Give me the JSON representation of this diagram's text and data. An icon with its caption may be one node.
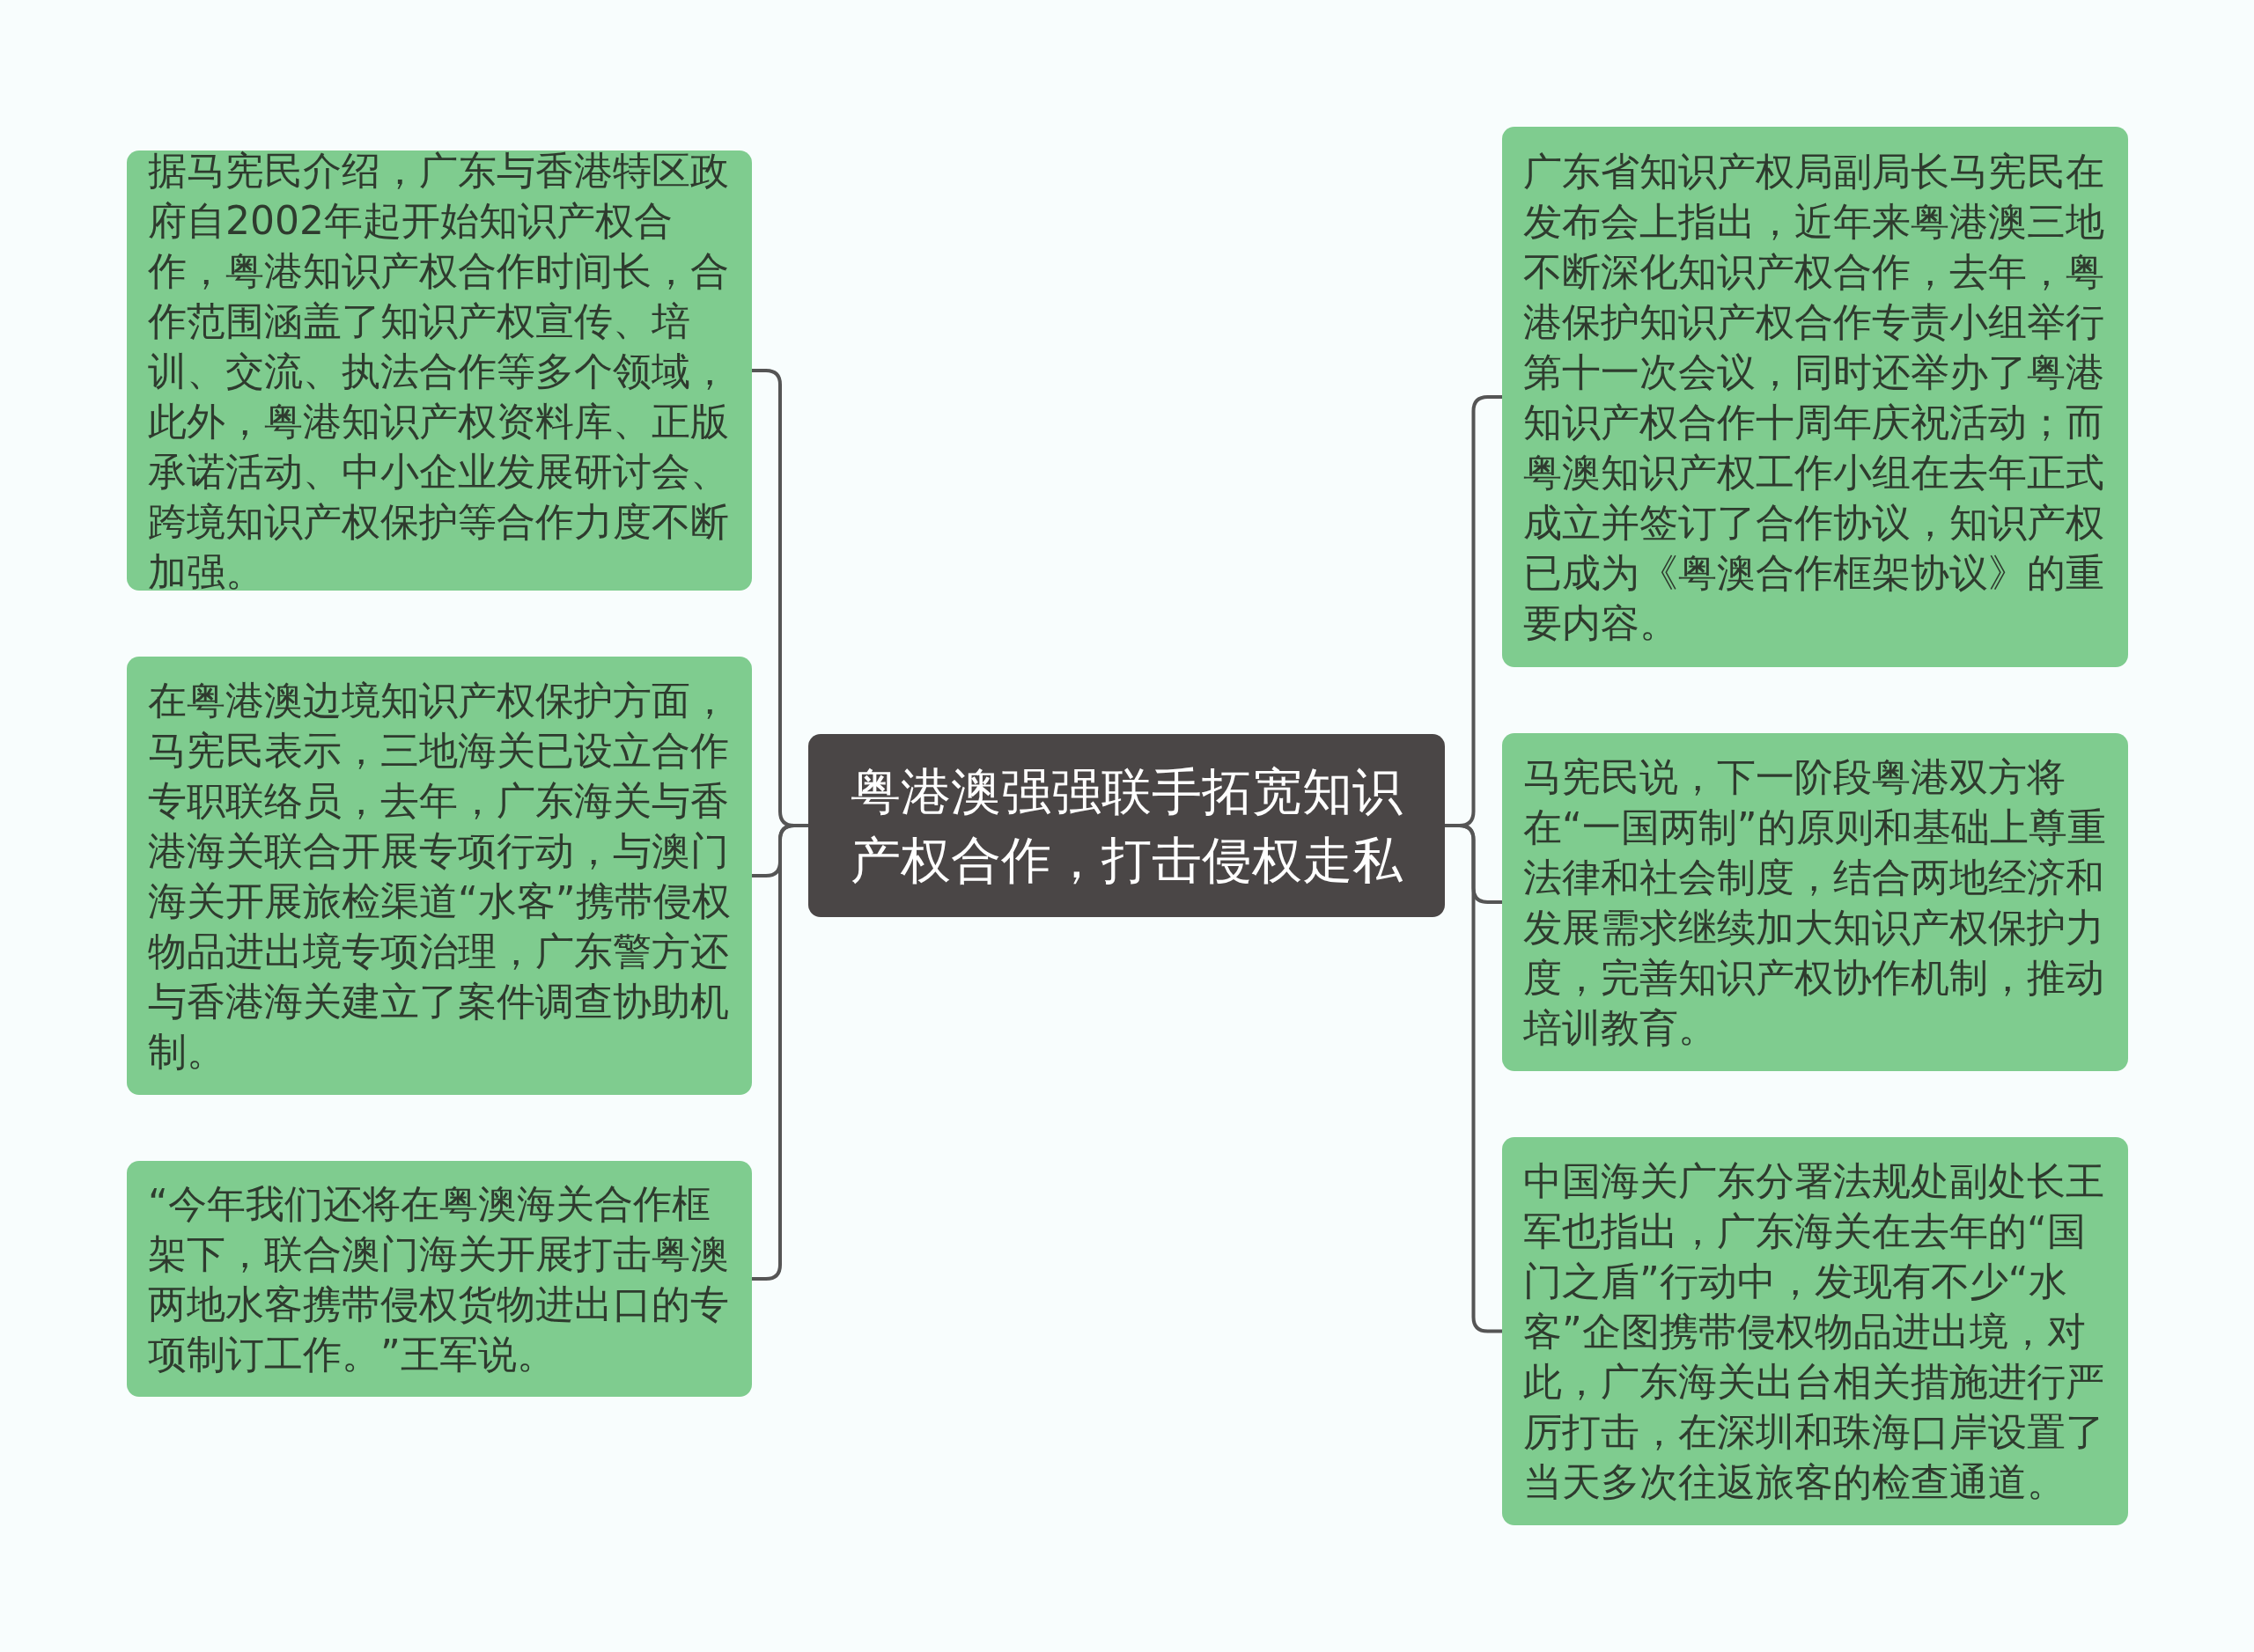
{
  "diagram": {
    "nodes": [
      {
        "text": [
          "粤港澳强强联手拓宽知识产权合作，打击侵权走私"
        ]
      },
      {
        "text": [
          "据马宪民介绍，广东与香港特区政府自2002年起开始知识产权合作，粤港知识产权合作时间长，合作范围涵盖了知识产权宣传、培训、交流、执法合作等多个领域，此外，粤港知识产权资料库、正版承诺活动、中小企业发展研讨会、跨境知识产权保护等合作力度不断加强。"
        ]
      },
      {
        "text": [
          "在粤港澳边境知识产权保护方面，马宪民表示，三地海关已设立合作专职联络员，去年，广东海关与香港海关联合开展专项行动，与澳门海关开展旅检渠道“水客”携带侵权物品进出境专项治理，广东警方还与香港海关建立了案件调查协助机制。"
        ]
      },
      {
        "text": [
          "“今年我们还将在粤澳海关合作框架下，联合澳门海关开展打击粤澳两地水客携带侵权货物进出口的专项制订工作。”王军说。"
        ]
      },
      {
        "text": [
          "广东省知识产权局副局长马宪民在发布会上指出，近年来粤港澳三地不断深化知识产权合作，去年，粤港保护知识产权合作专责小组举行第十一次会议，同时还举办了粤港知识产权合作十周年庆祝活动；而粤澳知识产权工作小组在去年正式成立并签订了合作协议，知识产权已成为《粤澳合作框架协议》的重要内容。"
        ]
      },
      {
        "text": [
          "马宪民说，下一阶段粤港双方将在“一国两制”的原则和基础上尊重法律和社会制度，结合两地经济和发展需求继续加大知识产权保护力度，完善知识产权协作机制，推动培训教育。"
        ]
      },
      {
        "text": [
          "中国海关广东分署法规处副处长王军也指出，广东海关在去年的“国门之盾”行动中，发现有不少“水客”企图携带侵权物品进出境，对此，广东海关出台相关措施进行严厉打击，在深圳和珠海口岸设置了当天多次往返旅客的检查通道。"
        ]
      }
    ],
    "edges": [
      {
        "from": 0,
        "to": 1,
        "arrow": "none"
      },
      {
        "from": 0,
        "to": 2,
        "arrow": "none"
      },
      {
        "from": 0,
        "to": 3,
        "arrow": "none"
      },
      {
        "from": 0,
        "to": 4,
        "arrow": "none"
      },
      {
        "from": 0,
        "to": 5,
        "arrow": "none"
      },
      {
        "from": 0,
        "to": 6,
        "arrow": "none"
      }
    ]
  }
}
